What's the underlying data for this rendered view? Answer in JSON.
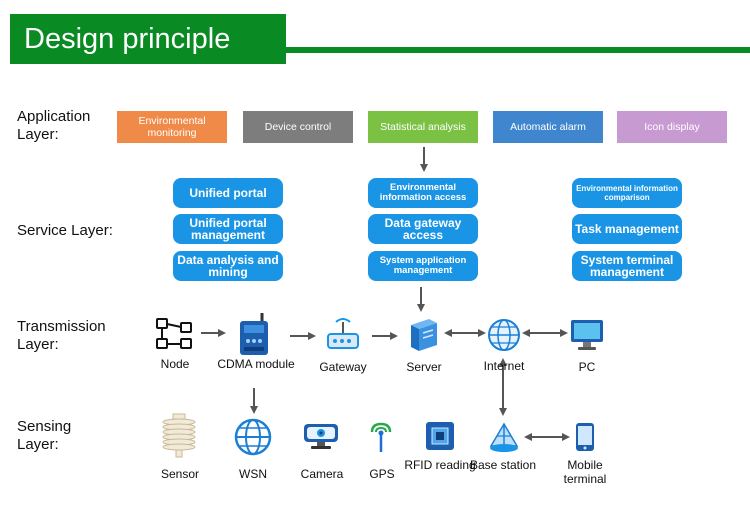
{
  "header": {
    "title": "Design principle"
  },
  "layers": {
    "application": "Application Layer:",
    "service": "Service Layer:",
    "transmission": "Transmission Layer:",
    "sensing": "Sensing Layer:"
  },
  "application_boxes": [
    {
      "label": "Environmental monitoring",
      "color": "#f08a48"
    },
    {
      "label": "Device control",
      "color": "#7d7d7d"
    },
    {
      "label": "Statistical analysis",
      "color": "#7bc144"
    },
    {
      "label": "Automatic alarm",
      "color": "#3f86cf"
    },
    {
      "label": "Icon display",
      "color": "#c79ad1"
    }
  ],
  "service_boxes": {
    "left": [
      "Unified portal",
      "Unified portal management",
      "Data analysis and mining"
    ],
    "middle": [
      "Environmental information access",
      "Data gateway access",
      "System application management"
    ],
    "right": [
      "Environmental information comparison",
      "Task management",
      "System terminal management"
    ]
  },
  "transmission_nodes": [
    "Node",
    "CDMA module",
    "Gateway",
    "Server",
    "Internet",
    "PC"
  ],
  "sensing_nodes": [
    "Sensor",
    "WSN",
    "Camera",
    "GPS",
    "RFID reading",
    "Base station",
    "Mobile terminal"
  ],
  "colors": {
    "accent": "#0a8a22",
    "service_blue": "#1a95e6",
    "arrow": "#555555"
  }
}
